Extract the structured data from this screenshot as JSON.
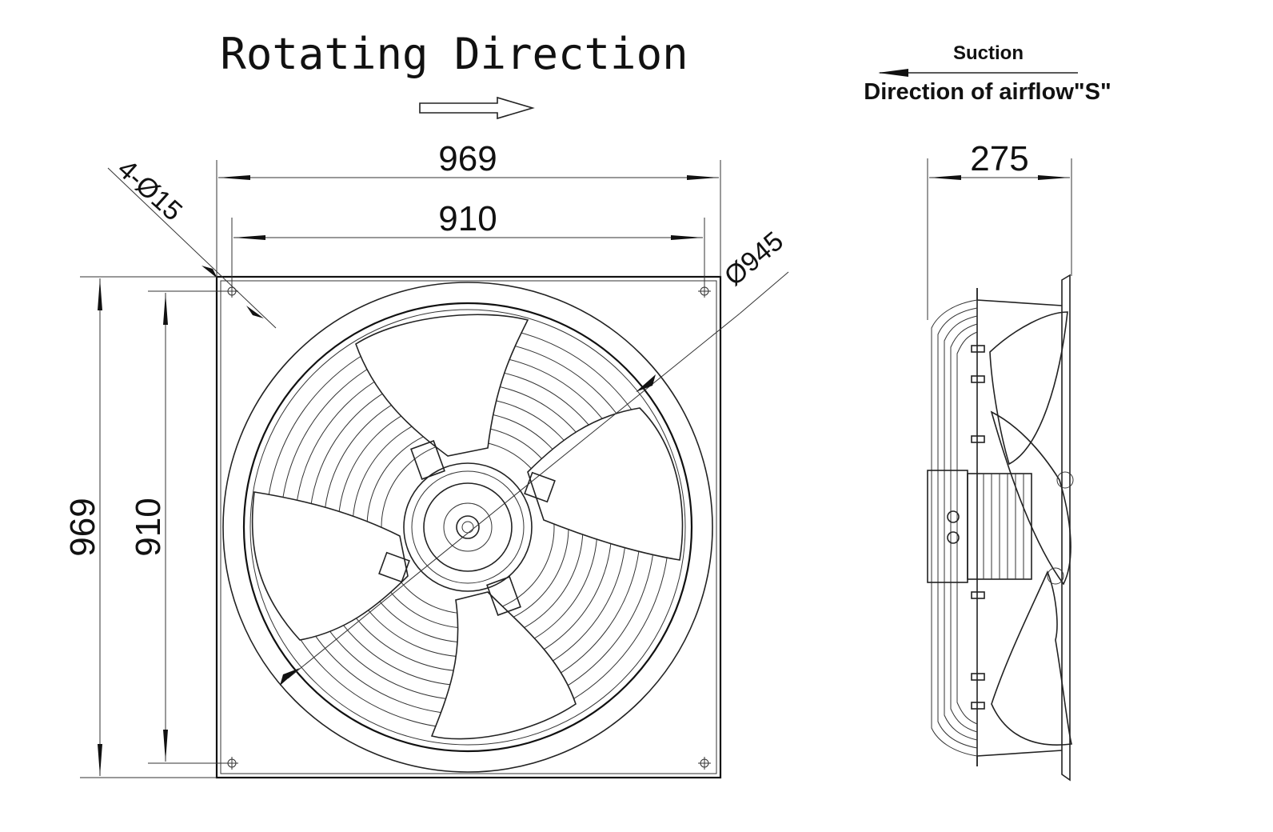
{
  "title": "Rotating Direction",
  "airflow": {
    "suction_label": "Suction",
    "direction_label": "Direction of airflow\"S\""
  },
  "dimensions": {
    "outer_width": "969",
    "hole_spacing_width": "910",
    "outer_height": "969",
    "hole_spacing_height": "910",
    "mounting_holes": "4-Ø15",
    "guard_diameter": "Ø945",
    "depth": "275"
  },
  "colors": {
    "line": "#222222",
    "background": "#ffffff"
  }
}
